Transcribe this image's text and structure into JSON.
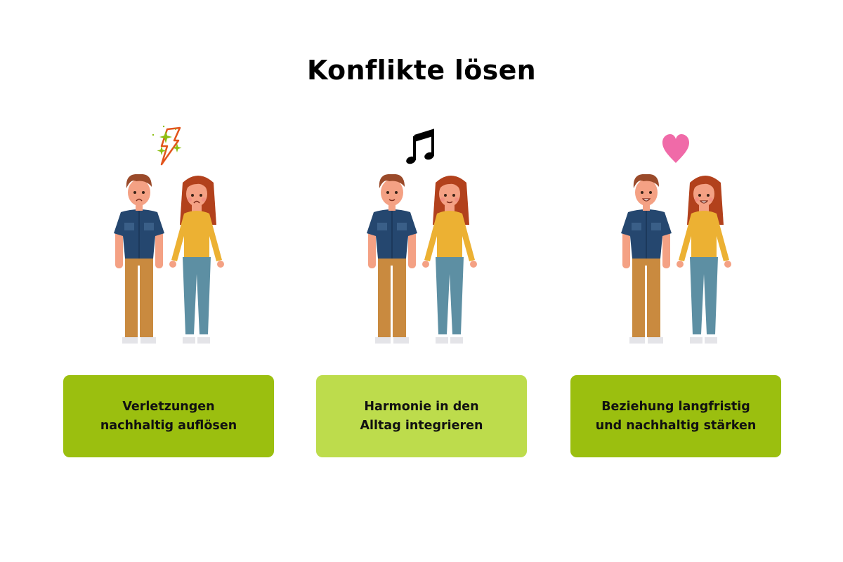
{
  "title": "Konflikte lösen",
  "colors": {
    "dark_green": "#9bbf0f",
    "light_green": "#bddc4c"
  },
  "panels": [
    {
      "symbol": "lightning-icon",
      "line1": "Verletzungen",
      "line2": "nachhaltig auflösen",
      "box_color": "#9bbf0f",
      "mood": "sad"
    },
    {
      "symbol": "music-note-icon",
      "line1": "Harmonie in den",
      "line2": "Alltag integrieren",
      "box_color": "#bddc4c",
      "mood": "neutral"
    },
    {
      "symbol": "heart-icon",
      "line1": "Beziehung langfristig",
      "line2": "und nachhaltig stärken",
      "box_color": "#9bbf0f",
      "mood": "happy"
    }
  ]
}
